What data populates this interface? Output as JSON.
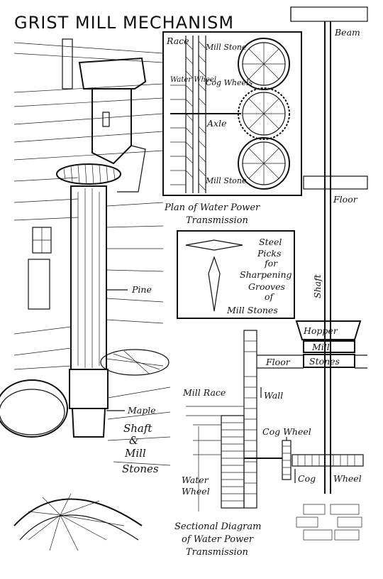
{
  "title": "GRIST MILL MECHANISM",
  "plan": {
    "labels": {
      "race": "Race",
      "mill_stone_top": "Mill Stone",
      "cog_wheels": "Cog Wheels",
      "water_wheel": "Water Wheel",
      "axle": "Axle",
      "mill_stone_bottom": "Mill Stone"
    },
    "caption_line1": "Plan of Water Power",
    "caption_line2": "Transmission"
  },
  "picks": {
    "line1": "Steel",
    "line2": "Picks",
    "line3": "for",
    "line4": "Sharpening",
    "line5": "Grooves",
    "line6": "of",
    "line7": "Mill Stones"
  },
  "section": {
    "beam": "Beam",
    "floor_top": "Floor",
    "shaft": "Shaft",
    "hopper": "Hopper",
    "mill": "Mill",
    "stones": "Stones",
    "floor_mid": "Floor",
    "mill_race": "Mill Race",
    "wall": "Wall",
    "cog_wheel_upper": "Cog Wheel",
    "cog": "Cog",
    "wheel": "Wheel",
    "water_wheel_line1": "Water",
    "water_wheel_line2": "Wheel",
    "caption_line1": "Sectional Diagram",
    "caption_line2": "of Water Power",
    "caption_line3": "Transmission"
  },
  "illustration": {
    "pine": "Pine",
    "maple": "Maple",
    "shaft_amp_line1": "Shaft",
    "shaft_amp_line2": "&",
    "shaft_amp_line3": "Mill",
    "shaft_amp_line4": "Stones"
  }
}
